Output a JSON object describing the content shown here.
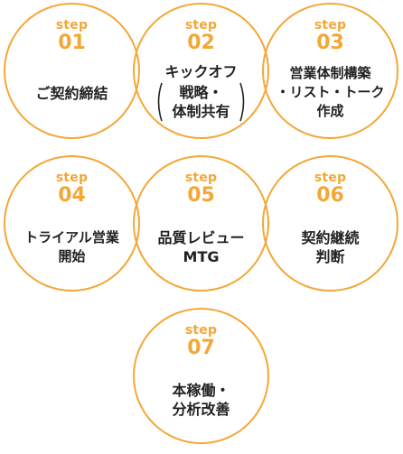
{
  "colors": {
    "accent": "#f3a736",
    "text": "#222222"
  },
  "steps": [
    {
      "label": "step",
      "number": "01",
      "title": "ご契約締結"
    },
    {
      "label": "step",
      "number": "02",
      "title_top": "キックオフ",
      "title_bracket": "戦略・\n体制共有"
    },
    {
      "label": "step",
      "number": "03",
      "title": "営業体制構築\n・リスト・トーク\n作成"
    },
    {
      "label": "step",
      "number": "04",
      "title": "トライアル営業\n開始"
    },
    {
      "label": "step",
      "number": "05",
      "title": "品質レビュー\nMTG"
    },
    {
      "label": "step",
      "number": "06",
      "title": "契約継続\n判断"
    },
    {
      "label": "step",
      "number": "07",
      "title": "本稼働・\n分析改善"
    }
  ]
}
